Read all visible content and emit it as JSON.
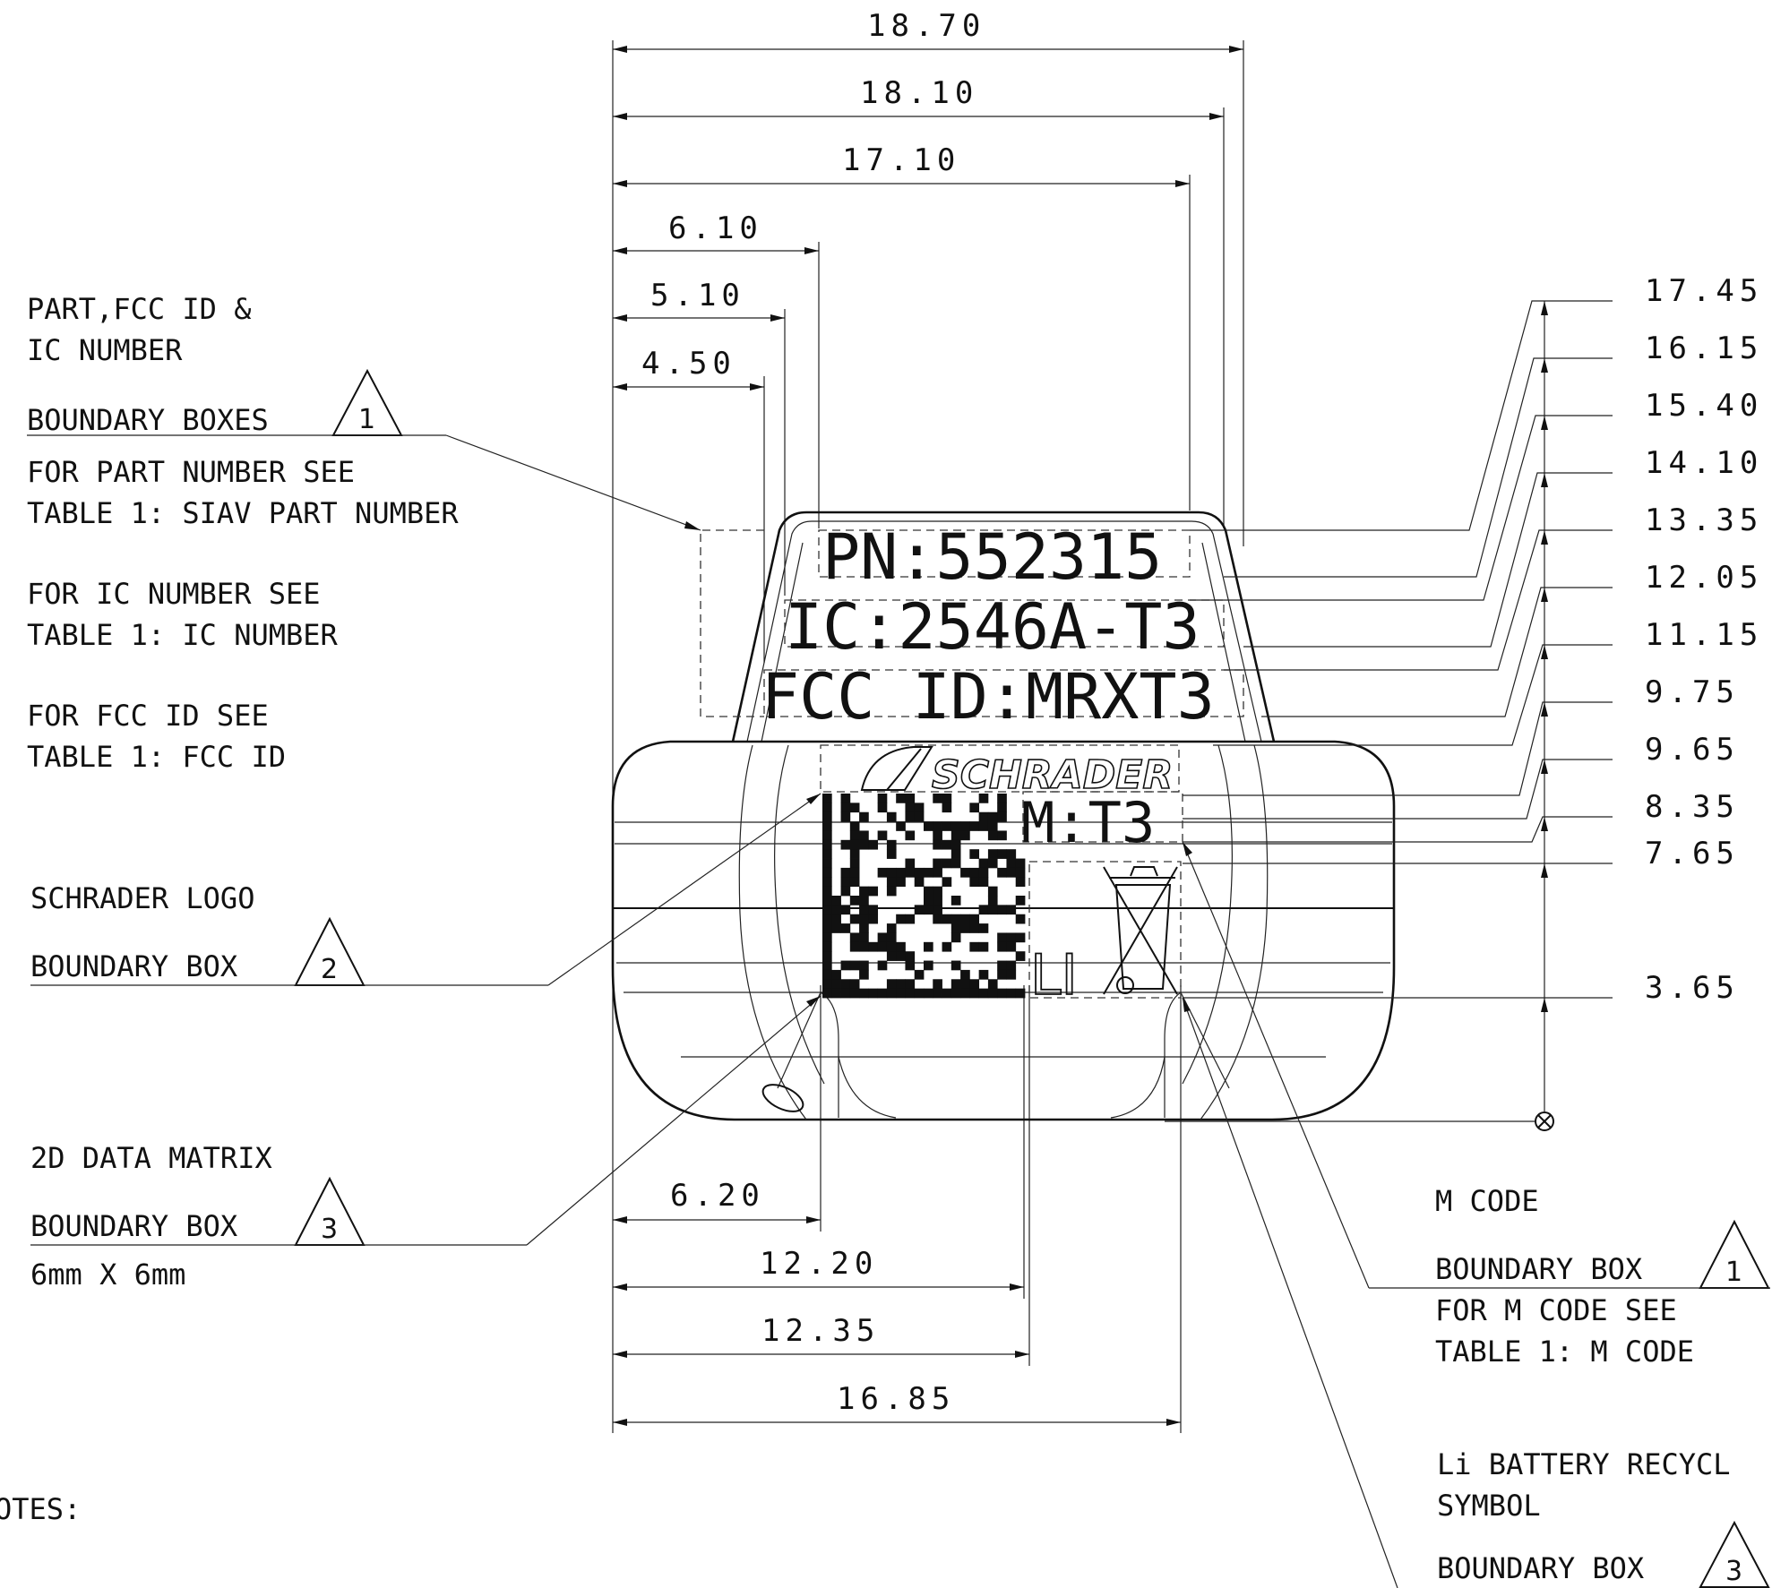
{
  "dimensions_horizontal": {
    "d1": "18.70",
    "d2": "18.10",
    "d3": "17.10",
    "d4": "6.10",
    "d5": "5.10",
    "d6": "4.50",
    "b1": "6.20",
    "b2": "12.20",
    "b3": "12.35",
    "b4": "16.85"
  },
  "dimensions_vertical": {
    "v1": "17.45",
    "v2": "16.15",
    "v3": "15.40",
    "v4": "14.10",
    "v5": "13.35",
    "v6": "12.05",
    "v7": "11.15",
    "v8": "9.75",
    "v9": "9.65",
    "v10": "8.35",
    "v11": "7.65",
    "v12": "3.65"
  },
  "label_text": {
    "pn": "PN:552315",
    "ic": "IC:2546A-T3",
    "fcc": "FCC ID:MRXT3",
    "m": "M:T3",
    "logo": "SCHRADER",
    "li": "LI"
  },
  "notes_left": {
    "part_line1": "PART,FCC ID &",
    "part_line2": "IC NUMBER",
    "part_boundary": "BOUNDARY BOXES",
    "part_tri": "1",
    "pn_see1": "FOR PART NUMBER SEE",
    "pn_see2": "TABLE 1: SIAV PART NUMBER",
    "ic_see1": "FOR IC NUMBER SEE",
    "ic_see2": "TABLE 1: IC NUMBER",
    "fcc_see1": "FOR FCC ID SEE",
    "fcc_see2": "TABLE 1: FCC ID",
    "logo_line1": "SCHRADER LOGO",
    "logo_boundary": "BOUNDARY BOX",
    "logo_tri": "2",
    "dm_line1": "2D DATA MATRIX",
    "dm_boundary": "BOUNDARY BOX",
    "dm_tri": "3",
    "dm_size": "6mm X 6mm",
    "notes_header": "OTES:"
  },
  "notes_right": {
    "m_line1": "M CODE",
    "m_boundary": "BOUNDARY BOX",
    "m_tri": "1",
    "m_see1": "FOR M CODE SEE",
    "m_see2": "TABLE 1: M CODE",
    "li_line1": "Li BATTERY RECYCL",
    "li_line2": "SYMBOL",
    "li_boundary": "BOUNDARY BOX",
    "li_tri": "3"
  }
}
